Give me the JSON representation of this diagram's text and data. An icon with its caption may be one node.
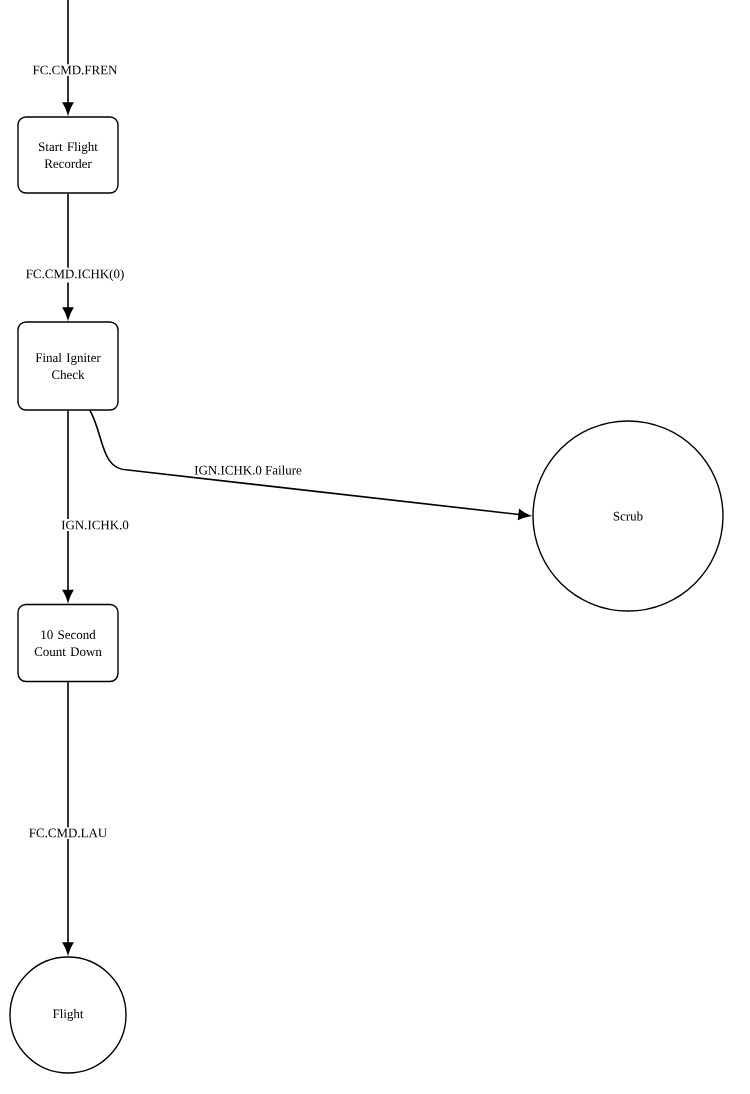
{
  "diagram": {
    "nodes": [
      {
        "text": [
          "Start Flight Recorder"
        ]
      },
      {
        "text": [
          "Final Igniter Check"
        ]
      },
      {
        "text": [
          "10 Second Count Down"
        ]
      },
      {
        "text": [
          "Flight"
        ]
      },
      {
        "text": [
          "Scrub"
        ]
      }
    ],
    "edges": [
      {
        "from": null,
        "to": 0,
        "arrow": "to",
        "label": "FC.CMD.FREN"
      },
      {
        "from": 0,
        "to": 1,
        "arrow": "to",
        "label": "FC.CMD.ICHK(0)"
      },
      {
        "from": 1,
        "to": 2,
        "arrow": "to",
        "label": "IGN.ICHK.0"
      },
      {
        "from": 1,
        "to": 4,
        "arrow": "to",
        "label": "IGN.ICHK.0 Failure"
      },
      {
        "from": 2,
        "to": 3,
        "arrow": "to",
        "label": "FC.CMD.LAU"
      }
    ]
  }
}
